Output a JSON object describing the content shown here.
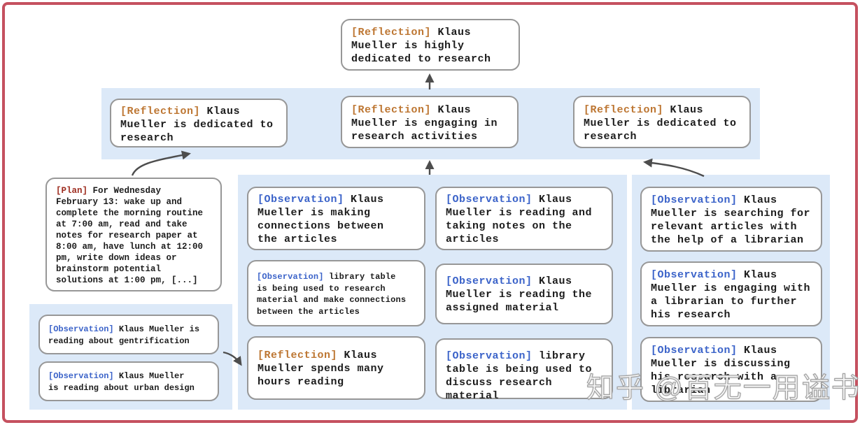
{
  "root": {
    "tag": "[Reflection]",
    "body": "Klaus\nMueller is highly\ndedicated to research"
  },
  "reflection_row": [
    {
      "tag": "[Reflection]",
      "body": "Klaus\nMueller is dedicated to\nresearch"
    },
    {
      "tag": "[Reflection]",
      "body": "Klaus\nMueller is engaging in\nresearch activities"
    },
    {
      "tag": "[Reflection]",
      "body": "Klaus\nMueller is dedicated to\nresearch"
    }
  ],
  "plan": {
    "tag": "[Plan]",
    "body": "For Wednesday\nFebruary 13: wake up and\ncomplete the morning routine\nat 7:00 am, read and take\nnotes for research paper at\n8:00 am, have lunch at 12:00\npm, write down ideas or\nbrainstorm potential\nsolutions at 1:00 pm, [...]"
  },
  "left_observations": [
    {
      "tag": "[Observation]",
      "body": "Klaus Mueller is\nreading about gentrification"
    },
    {
      "tag": "[Observation]",
      "body": "Klaus Mueller\nis reading about urban design"
    }
  ],
  "middle_col_a": [
    {
      "tag": "[Observation]",
      "body": "Klaus\nMueller is making\nconnections between\nthe articles"
    },
    {
      "tag": "[Observation]",
      "body": "library table\nis being used to research\nmaterial and make connections\nbetween the articles"
    },
    {
      "tag": "[Reflection]",
      "body": "Klaus\nMueller spends many\nhours reading"
    }
  ],
  "middle_col_b": [
    {
      "tag": "[Observation]",
      "body": "Klaus\nMueller is reading and\ntaking notes on the\narticles"
    },
    {
      "tag": "[Observation]",
      "body": "Klaus\nMueller is reading the\nassigned material"
    },
    {
      "tag": "[Observation]",
      "body": "library\ntable is being used to\ndiscuss research material"
    }
  ],
  "right_observations": [
    {
      "tag": "[Observation]",
      "body": "Klaus\nMueller is searching for\nrelevant articles with\nthe help of a librarian"
    },
    {
      "tag": "[Observation]",
      "body": "Klaus\nMueller is engaging with\na librarian to further\nhis research"
    },
    {
      "tag": "[Observation]",
      "body": "Klaus\nMueller is discussing\nhis research with a\nlibrarian"
    }
  ],
  "watermark": "知乎 @百无一用谥书生",
  "colors": {
    "reflection_tag": "#bd7632",
    "observation_tag": "#3b63c9",
    "plan_tag": "#9e2d20",
    "band_background": "#dce9f8",
    "box_border": "#979797",
    "arrow": "#4d4d4d",
    "frame_border": "#c5515f"
  }
}
